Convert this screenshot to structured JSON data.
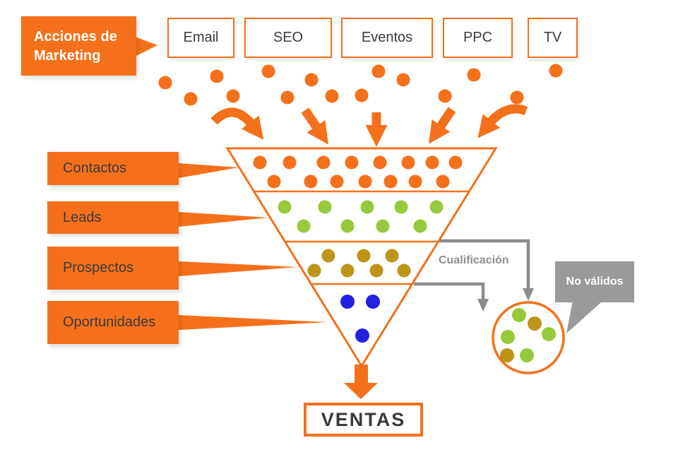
{
  "colors": {
    "orange": "#F5701B",
    "green": "#97C93C",
    "olive": "#BD9418",
    "blue": "#2121DE",
    "gray_line": "#8C8C8C",
    "gray_box": "#9A9A9A",
    "text_dark": "#3C3C3C",
    "text_white": "#FFFFFF"
  },
  "callout": {
    "line1": "Acciones de",
    "line2": "Marketing"
  },
  "channels": [
    "Email",
    "SEO",
    "Eventos",
    "PPC",
    "TV"
  ],
  "scatter": {
    "dot_count": 15,
    "dot_color": "#F5701B"
  },
  "stages": [
    {
      "label": "Contactos",
      "dot_color": "#F5701B",
      "dot_count": 15
    },
    {
      "label": "Leads",
      "dot_color": "#97C93C",
      "dot_count": 9
    },
    {
      "label": "Prospectos",
      "dot_color": "#BD9418",
      "dot_count": 7
    },
    {
      "label": "Oportunidades",
      "dot_color": "#2121DE",
      "dot_count": 3
    }
  ],
  "qualification": {
    "label": "Cualificación"
  },
  "invalid_callout": {
    "label": "No válidos",
    "dot_count": 6,
    "dot_colors": [
      "#97C93C",
      "#BD9418",
      "#97C93C",
      "#97C93C",
      "#BD9418",
      "#97C93C"
    ]
  },
  "result": {
    "label": "VENTAS"
  }
}
